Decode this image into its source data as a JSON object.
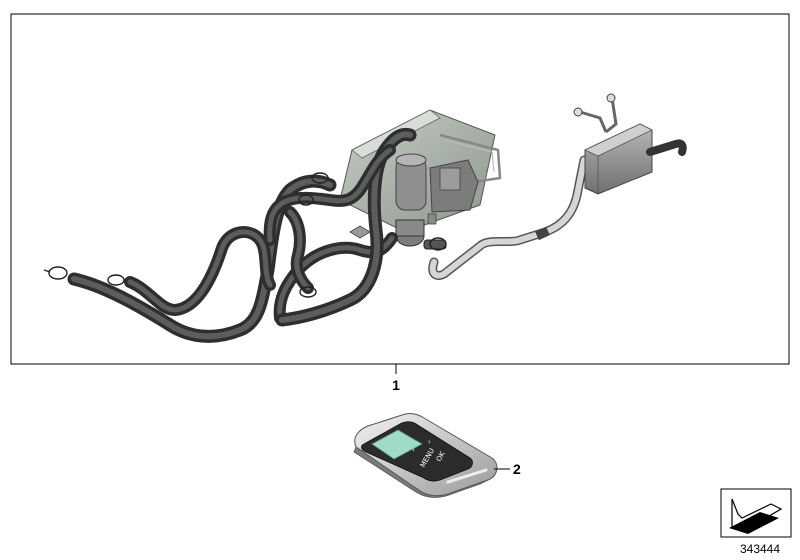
{
  "diagram": {
    "callouts": [
      {
        "number": "1",
        "part": "heater kit"
      },
      {
        "number": "2",
        "part": "remote control"
      }
    ],
    "remote_labels": {
      "menu": "MENU",
      "ok": "OK",
      "left": "‹",
      "right": "›"
    },
    "reference_number": "343444",
    "colors": {
      "hose": "#3c3c3c",
      "hose_light": "#6a6a6a",
      "unit": "#a8afa8",
      "pipe": "#cfcfcf",
      "screen": "#9fdcc8"
    }
  }
}
